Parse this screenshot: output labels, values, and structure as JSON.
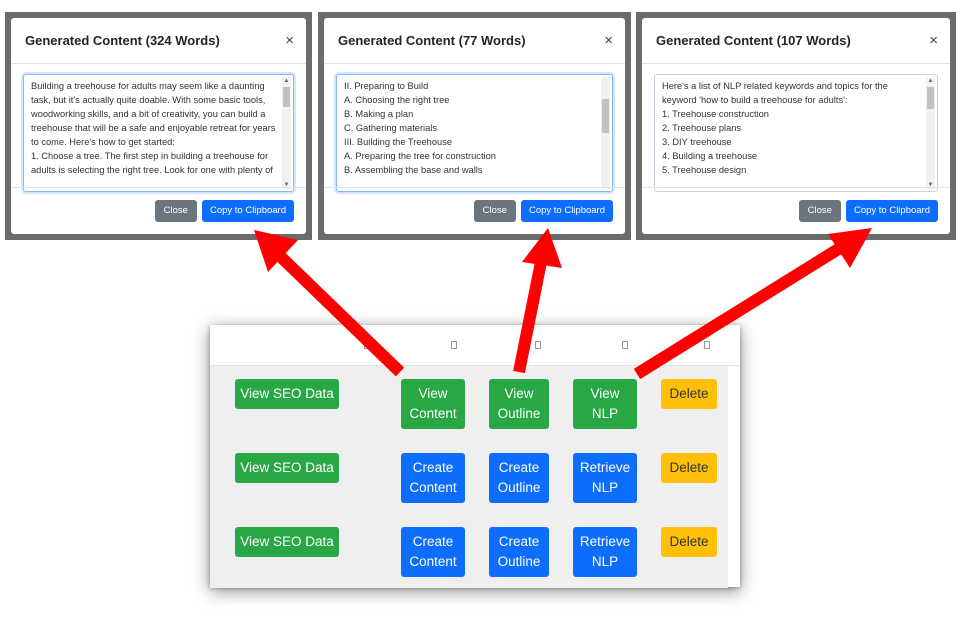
{
  "modals": [
    {
      "title": "Generated Content (324 Words)",
      "close_symbol": "×",
      "text_lines": [
        "Building a treehouse for adults may seem like a daunting",
        "task, but it's actually quite doable. With some basic tools,",
        "woodworking skills, and a bit of creativity, you can build a",
        "treehouse that will be a safe and enjoyable retreat for years",
        "to come. Here's how to get started:",
        "",
        "1. Choose a tree. The first step in building a treehouse for",
        "adults is selecting the right tree. Look for one with plenty of"
      ],
      "close_label": "Close",
      "copy_label": "Copy to Clipboard"
    },
    {
      "title": "Generated Content (77 Words)",
      "close_symbol": "×",
      "text_lines": [
        "II. Preparing to Build",
        "A. Choosing the right tree",
        "B. Making a plan",
        "C. Gathering materials",
        "",
        "III. Building the Treehouse",
        "A. Preparing the tree for construction",
        "B. Assembling the base and walls"
      ],
      "close_label": "Close",
      "copy_label": "Copy to Clipboard"
    },
    {
      "title": "Generated Content (107 Words)",
      "close_symbol": "×",
      "text_lines": [
        "Here's a list of NLP related keywords and topics for the",
        "keyword 'how to build a treehouse for adults':",
        "",
        "1. Treehouse construction",
        "2. Treehouse plans",
        "3. DIY treehouse",
        "4. Building a treehouse",
        "5. Treehouse design"
      ],
      "close_label": "Close",
      "copy_label": "Copy to Clipboard"
    }
  ],
  "table": {
    "rows": [
      {
        "seo": "View SEO Data",
        "content": [
          "View",
          "Content"
        ],
        "outline": [
          "View",
          "Outline"
        ],
        "nlp": [
          "View",
          "NLP"
        ],
        "delete": "Delete"
      },
      {
        "seo": "View SEO Data",
        "content": [
          "Create",
          "Content"
        ],
        "outline": [
          "Create",
          "Outline"
        ],
        "nlp": [
          "Retrieve",
          "NLP"
        ],
        "delete": "Delete"
      },
      {
        "seo": "View SEO Data",
        "content": [
          "Create",
          "Content"
        ],
        "outline": [
          "Create",
          "Outline"
        ],
        "nlp": [
          "Retrieve",
          "NLP"
        ],
        "delete": "Delete"
      }
    ]
  },
  "colors": {
    "arrow": "#ff0000",
    "green": "#28a745",
    "blue": "#0d6efd",
    "yellow": "#ffc107",
    "gray": "#6c757d"
  },
  "icons": {
    "close": "close-icon",
    "sort": "sort-icon",
    "scroll_up": "scroll-up-arrow-icon",
    "scroll_down": "scroll-down-arrow-icon",
    "arrow": "red-arrow-icon"
  }
}
